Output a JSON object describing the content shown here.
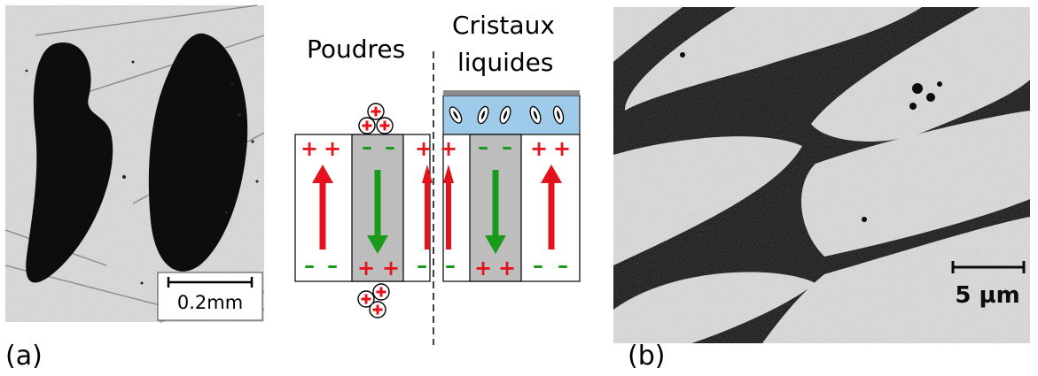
{
  "panel_a": {
    "label": "(a)",
    "scale_bar": "0.2mm"
  },
  "schematic": {
    "heading_left": "Poudres",
    "heading_right_line1": "Cristaux",
    "heading_right_line2": "liquides",
    "plus": "+",
    "minus": "–",
    "colors": {
      "positive": "#e4121b",
      "negative": "#1a9a1a",
      "domain_down": "#bdbdbd",
      "lc_layer": "#9fcbeb",
      "electrode": "#8a8a8a"
    }
  },
  "panel_b": {
    "label": "(b)",
    "scale_bar": "5 µm"
  }
}
